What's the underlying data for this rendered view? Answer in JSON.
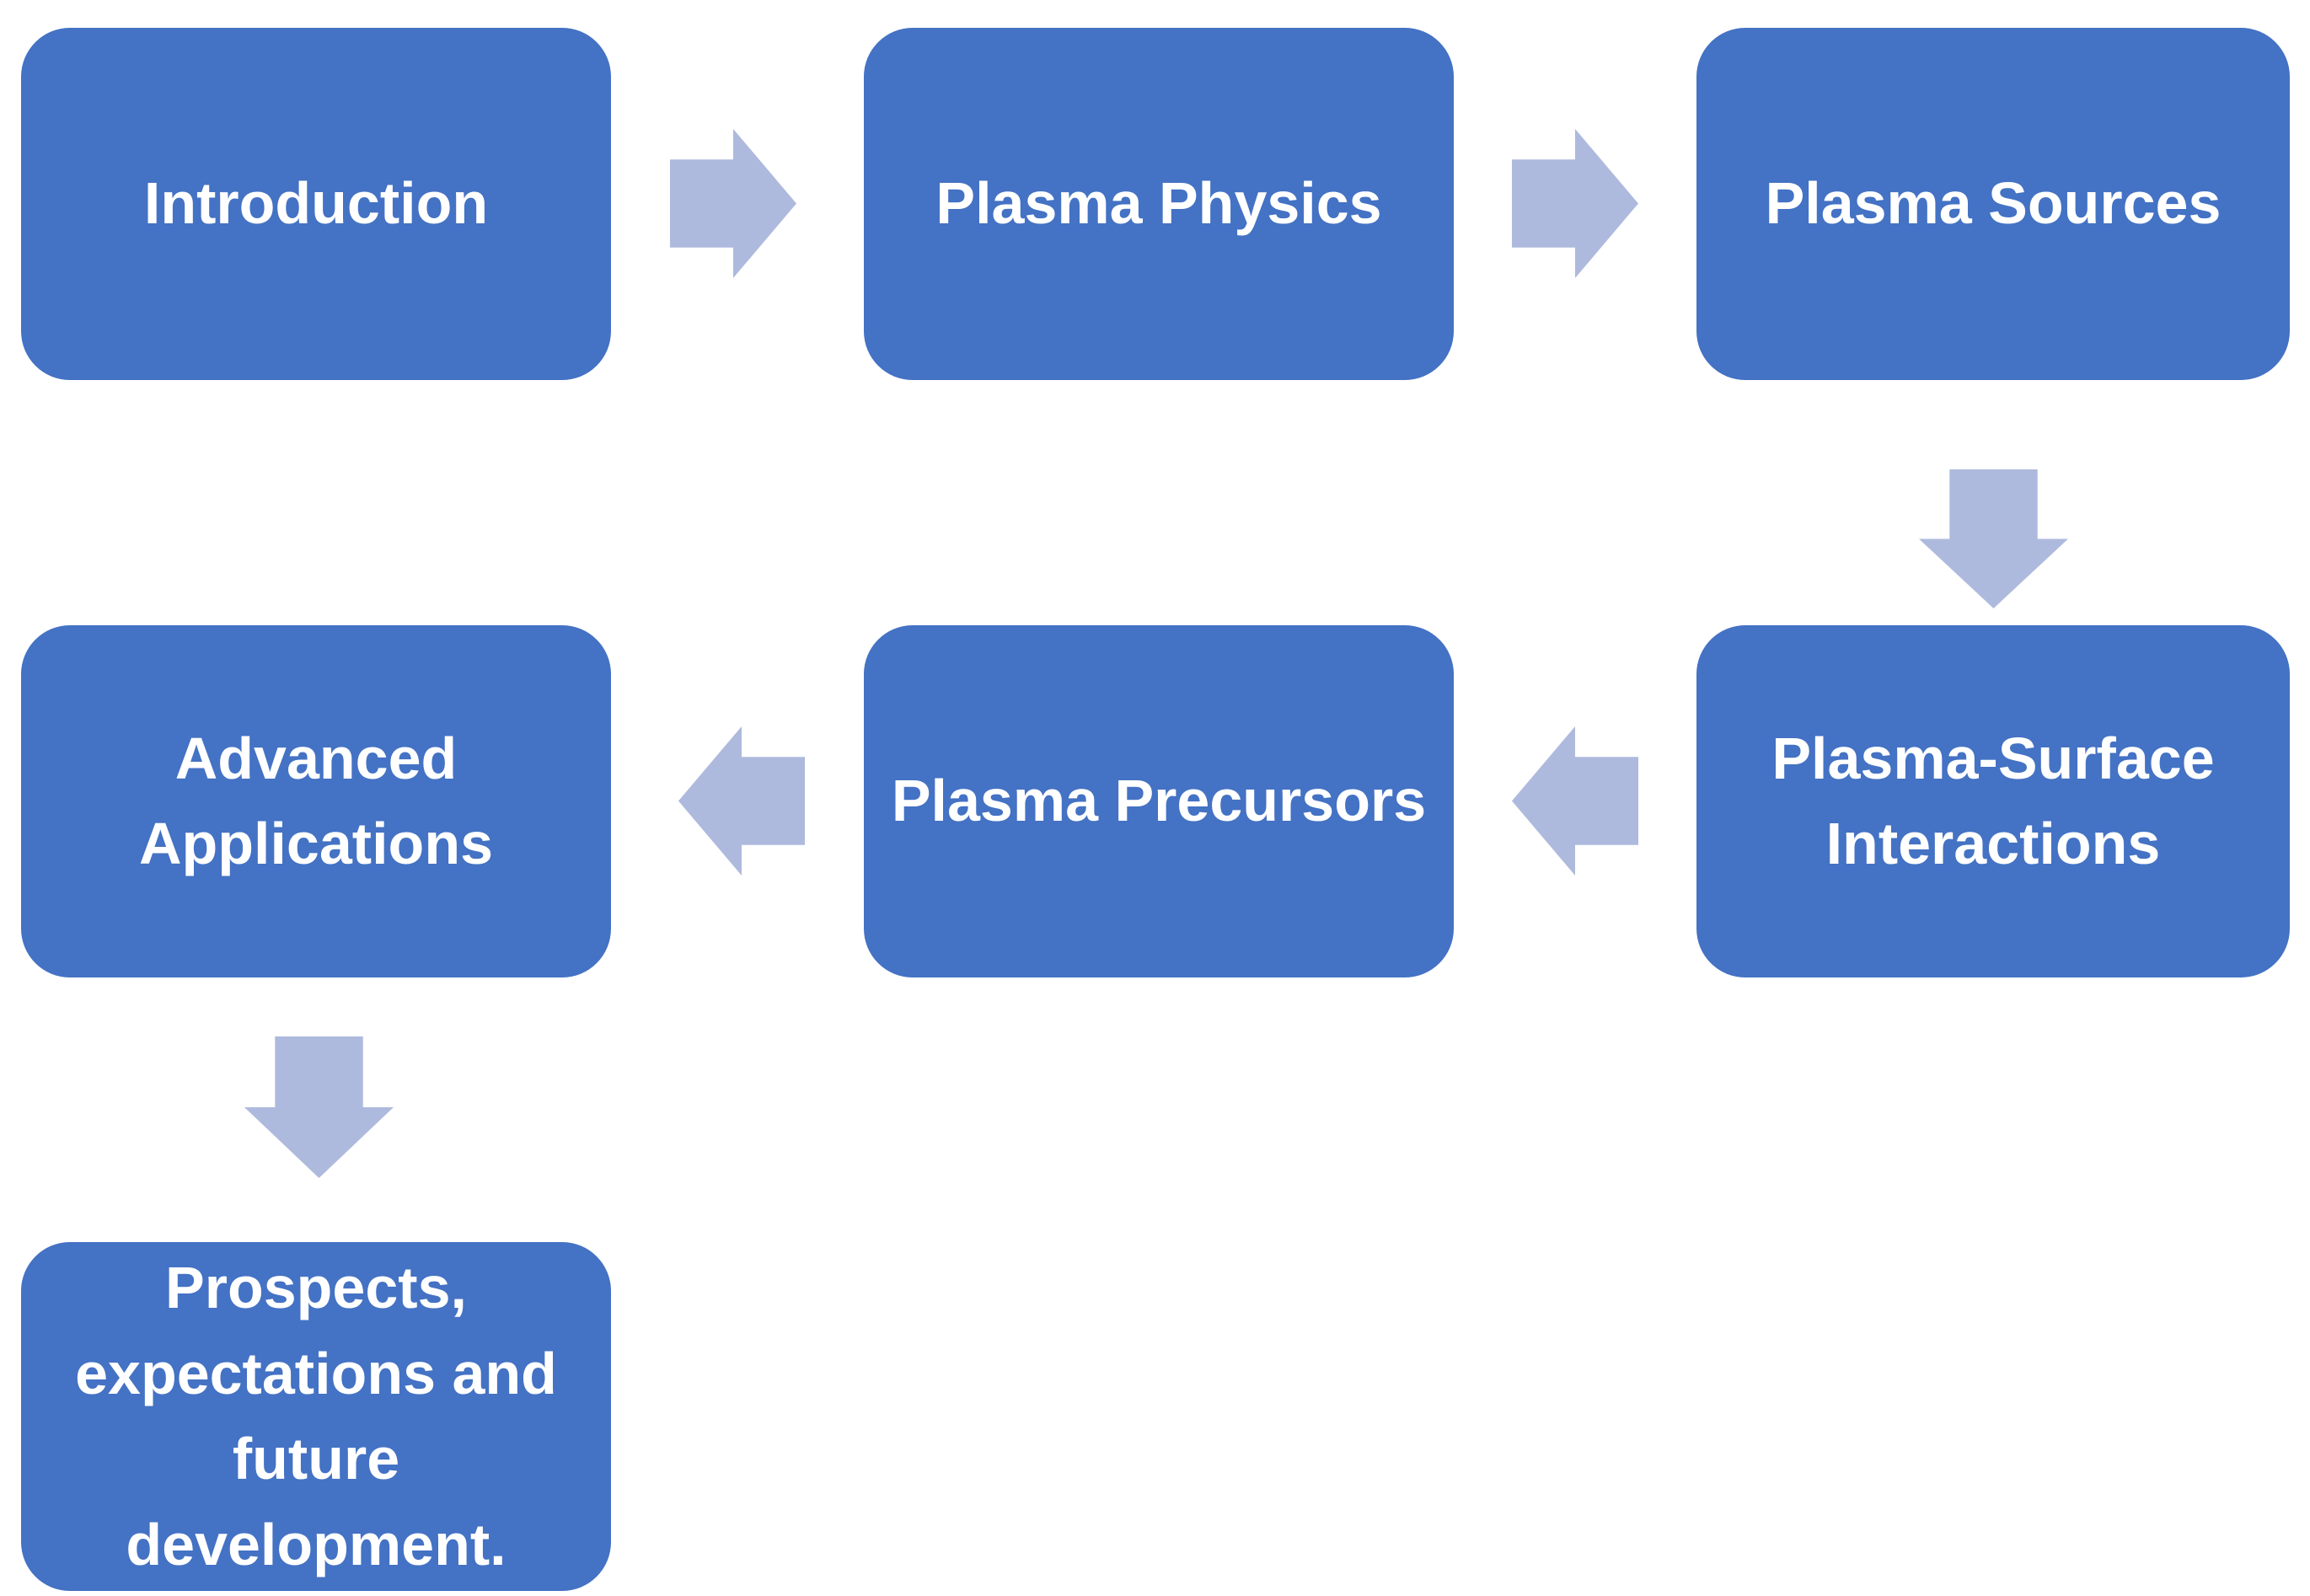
{
  "diagram": {
    "type": "flowchart",
    "colors": {
      "node_fill": "#4472C4",
      "arrow_fill": "#AEBADD",
      "node_text": "#FFFFFF",
      "background": "#FFFFFF"
    },
    "nodes": [
      {
        "id": "introduction",
        "label": "Introduction"
      },
      {
        "id": "plasma-physics",
        "label": "Plasma Physics"
      },
      {
        "id": "plasma-sources",
        "label": "Plasma Sources"
      },
      {
        "id": "plasma-surface-interactions",
        "label": "Plasma-Surface\nInteractions"
      },
      {
        "id": "plasma-precursors",
        "label": "Plasma Precursors"
      },
      {
        "id": "advanced-applications",
        "label": "Advanced\nApplications"
      },
      {
        "id": "prospects",
        "label": "Prospects,\nexpectations and\nfuture\ndevelopment."
      }
    ],
    "connections": [
      {
        "from": "introduction",
        "to": "plasma-physics",
        "direction": "right"
      },
      {
        "from": "plasma-physics",
        "to": "plasma-sources",
        "direction": "right"
      },
      {
        "from": "plasma-sources",
        "to": "plasma-surface-interactions",
        "direction": "down"
      },
      {
        "from": "plasma-surface-interactions",
        "to": "plasma-precursors",
        "direction": "left"
      },
      {
        "from": "plasma-precursors",
        "to": "advanced-applications",
        "direction": "left"
      },
      {
        "from": "advanced-applications",
        "to": "prospects",
        "direction": "down"
      }
    ]
  }
}
